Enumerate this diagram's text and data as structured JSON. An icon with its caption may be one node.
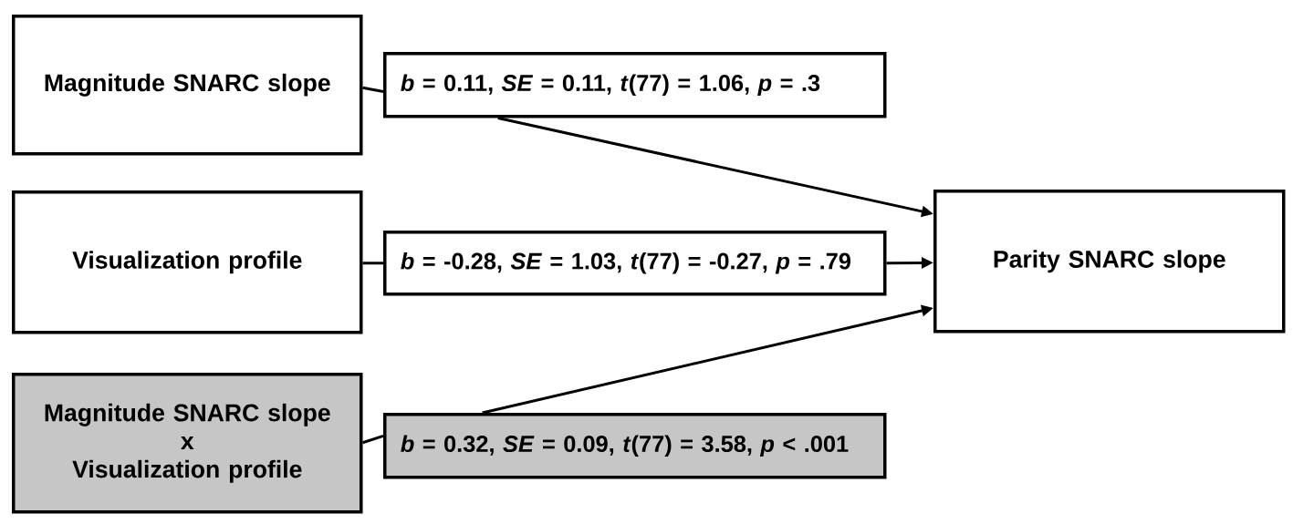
{
  "diagram": {
    "nodes": [
      {
        "text": [
          "Magnitude SNARC slope"
        ]
      },
      {
        "text": [
          "*b* = 0.11, *SE* = 0.11, *t*(77) = 1.06, *p* = .3"
        ]
      },
      {
        "text": [
          "Visualization profile"
        ]
      },
      {
        "text": [
          "*b* = -0.28, *SE* = 1.03, *t*(77) = -0.27, *p* = .79"
        ]
      },
      {
        "text": [
          "Parity SNARC slope"
        ]
      },
      {
        "text": [
          "Magnitude SNARC slope x Visualization profile"
        ]
      },
      {
        "text": [
          "*b* = 0.32, *SE* = 0.09, *t*(77) = 3.58, *p* < .001"
        ]
      }
    ],
    "edges": [
      {
        "from": 0,
        "to": 1,
        "arrow": "none"
      },
      {
        "from": 1,
        "to": 4,
        "arrow": "to"
      },
      {
        "from": 2,
        "to": 3,
        "arrow": "none"
      },
      {
        "from": 3,
        "to": 4,
        "arrow": "to"
      },
      {
        "from": 5,
        "to": 6,
        "arrow": "none"
      },
      {
        "from": 6,
        "to": 4,
        "arrow": "to"
      }
    ]
  }
}
